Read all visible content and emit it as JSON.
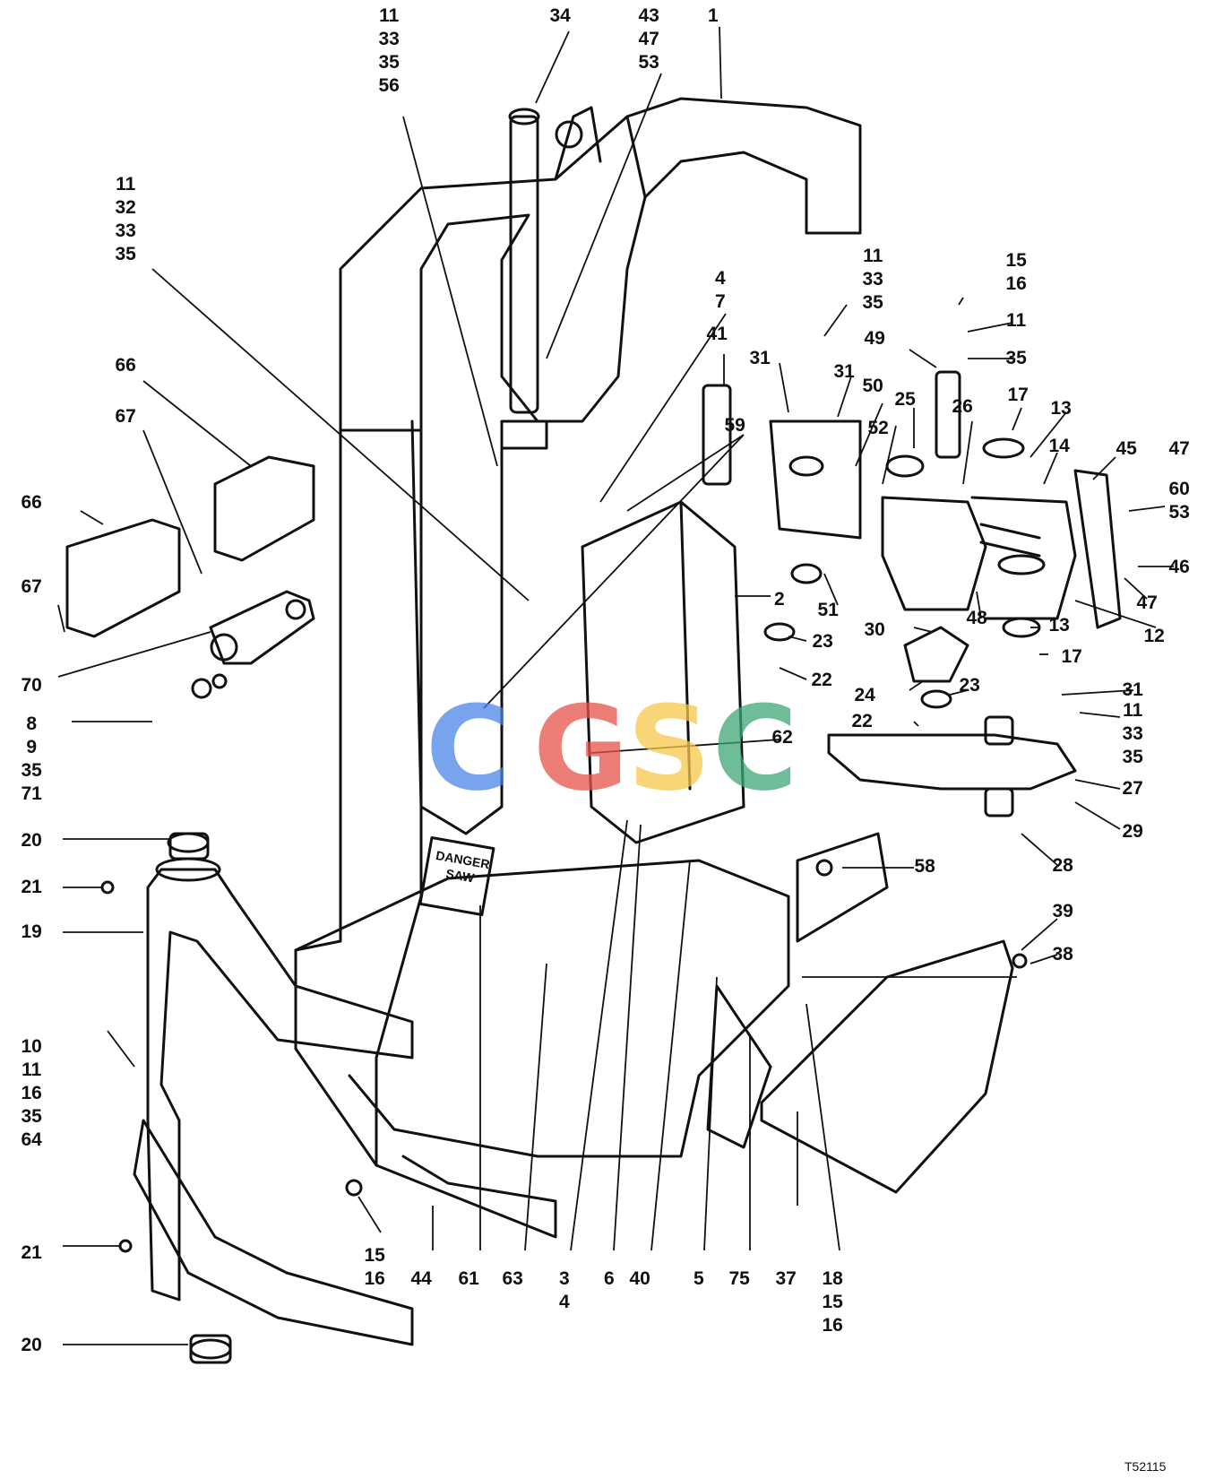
{
  "labels": {
    "l_11_33_35_56": [
      "11",
      "33",
      "35",
      "56"
    ],
    "l_34": [
      "34"
    ],
    "l_43_47_53": [
      "43",
      "47",
      "53"
    ],
    "l_1": [
      "1"
    ],
    "l_11_32_33_35": [
      "11",
      "32",
      "33",
      "35"
    ],
    "l_4_7": [
      "4",
      "7"
    ],
    "l_41": [
      "41"
    ],
    "l_59": [
      "59"
    ],
    "l_66a": [
      "66"
    ],
    "l_67a": [
      "67"
    ],
    "l_66b": [
      "66"
    ],
    "l_67b": [
      "67"
    ],
    "l_70": [
      "70"
    ],
    "l_8_9_35_71": [
      "8",
      "9",
      "35",
      "71"
    ],
    "l_20a": [
      "20"
    ],
    "l_21a": [
      "21"
    ],
    "l_19": [
      "19"
    ],
    "l_10_11_16_35_64": [
      "10",
      "11",
      "16",
      "35",
      "64"
    ],
    "l_21b": [
      "21"
    ],
    "l_20b": [
      "20"
    ],
    "l_15_16_a": [
      "15",
      "16"
    ],
    "l_44": [
      "44"
    ],
    "l_61": [
      "61"
    ],
    "l_63": [
      "63"
    ],
    "l_3_4": [
      "3",
      "4"
    ],
    "l_6": [
      "6"
    ],
    "l_40": [
      "40"
    ],
    "l_5": [
      "5"
    ],
    "l_75": [
      "75"
    ],
    "l_37": [
      "37"
    ],
    "l_18_15_16": [
      "18",
      "15",
      "16"
    ],
    "l_11_33_35_top": [
      "11",
      "33",
      "35"
    ],
    "l_15_16_top": [
      "15",
      "16"
    ],
    "l_11_top": [
      "11"
    ],
    "l_35_top": [
      "35"
    ],
    "l_49": [
      "49"
    ],
    "l_31a": [
      "31"
    ],
    "l_31b": [
      "31"
    ],
    "l_50": [
      "50"
    ],
    "l_25": [
      "25"
    ],
    "l_26": [
      "26"
    ],
    "l_17a": [
      "17"
    ],
    "l_13a": [
      "13"
    ],
    "l_14": [
      "14"
    ],
    "l_45": [
      "45"
    ],
    "l_47a": [
      "47"
    ],
    "l_60_53": [
      "60",
      "53"
    ],
    "l_46": [
      "46"
    ],
    "l_47b": [
      "47"
    ],
    "l_52": [
      "52"
    ],
    "l_2": [
      "2"
    ],
    "l_51": [
      "51"
    ],
    "l_48": [
      "48"
    ],
    "l_12": [
      "12"
    ],
    "l_30": [
      "30"
    ],
    "l_13b": [
      "13"
    ],
    "l_17b": [
      "17"
    ],
    "l_23a": [
      "23"
    ],
    "l_22a": [
      "22"
    ],
    "l_24": [
      "24"
    ],
    "l_23b": [
      "23"
    ],
    "l_22b": [
      "22"
    ],
    "l_31c": [
      "31"
    ],
    "l_11_33_35_right": [
      "11",
      "33",
      "35"
    ],
    "l_62": [
      "62"
    ],
    "l_27": [
      "27"
    ],
    "l_29": [
      "29"
    ],
    "l_28": [
      "28"
    ],
    "l_58": [
      "58"
    ],
    "l_39": [
      "39"
    ],
    "l_38": [
      "38"
    ]
  },
  "sign": {
    "line1": "DANGER",
    "line2": "SAW"
  },
  "watermark": {
    "letters": [
      "C",
      "G",
      "S",
      "C"
    ],
    "colors": [
      "#4a86e8",
      "#e8544a",
      "#f6c84a",
      "#3ea776"
    ]
  },
  "drawing_number": "T52115"
}
